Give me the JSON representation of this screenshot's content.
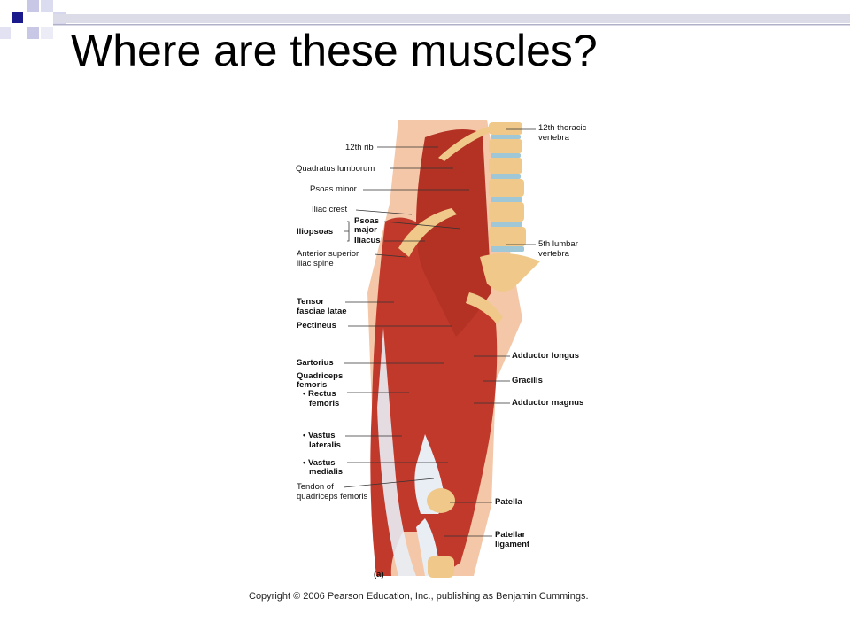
{
  "slide": {
    "title": "Where are these muscles?",
    "copyright": "Copyright © 2006 Pearson Education, Inc., publishing as Benjamin Cummings."
  },
  "figure": {
    "panel_label": "(a)",
    "labels": {
      "rib12": "12th rib",
      "quadratus": "Quadratus lumborum",
      "psoas_minor": "Psoas minor",
      "iliac_crest": "Iliac crest",
      "iliopsoas": "Iliopsoas",
      "psoas_major_1": "Psoas",
      "psoas_major_2": "major",
      "iliacus": "Iliacus",
      "asis_1": "Anterior superior",
      "asis_2": "iliac spine",
      "tensor_1": "Tensor",
      "tensor_2": "fasciae latae",
      "pectineus": "Pectineus",
      "sartorius": "Sartorius",
      "quadriceps_1": "Quadriceps",
      "quadriceps_2": "femoris",
      "rectus_1": "• Rectus",
      "rectus_2": "femoris",
      "vlat_1": "• Vastus",
      "vlat_2": "lateralis",
      "vmed_1": "• Vastus",
      "vmed_2": "medialis",
      "tendon_1": "Tendon of",
      "tendon_2": "quadriceps femoris",
      "thoracic_1": "12th thoracic",
      "thoracic_2": "vertebra",
      "lumbar_1": "5th lumbar",
      "lumbar_2": "vertebra",
      "add_longus": "Adductor longus",
      "gracilis": "Gracilis",
      "add_magnus": "Adductor magnus",
      "patella": "Patella",
      "pat_lig_1": "Patellar",
      "pat_lig_2": "ligament"
    }
  },
  "colors": {
    "muscle": "#c0392b",
    "muscle_dark": "#8e1f17",
    "bone": "#f0c98a",
    "disc": "#9fc7d6",
    "tendon": "#e9eef5",
    "skin": "#f4c7a8",
    "deco_navy": "#1a1a8c",
    "deco_light": "#c8c8e6"
  }
}
